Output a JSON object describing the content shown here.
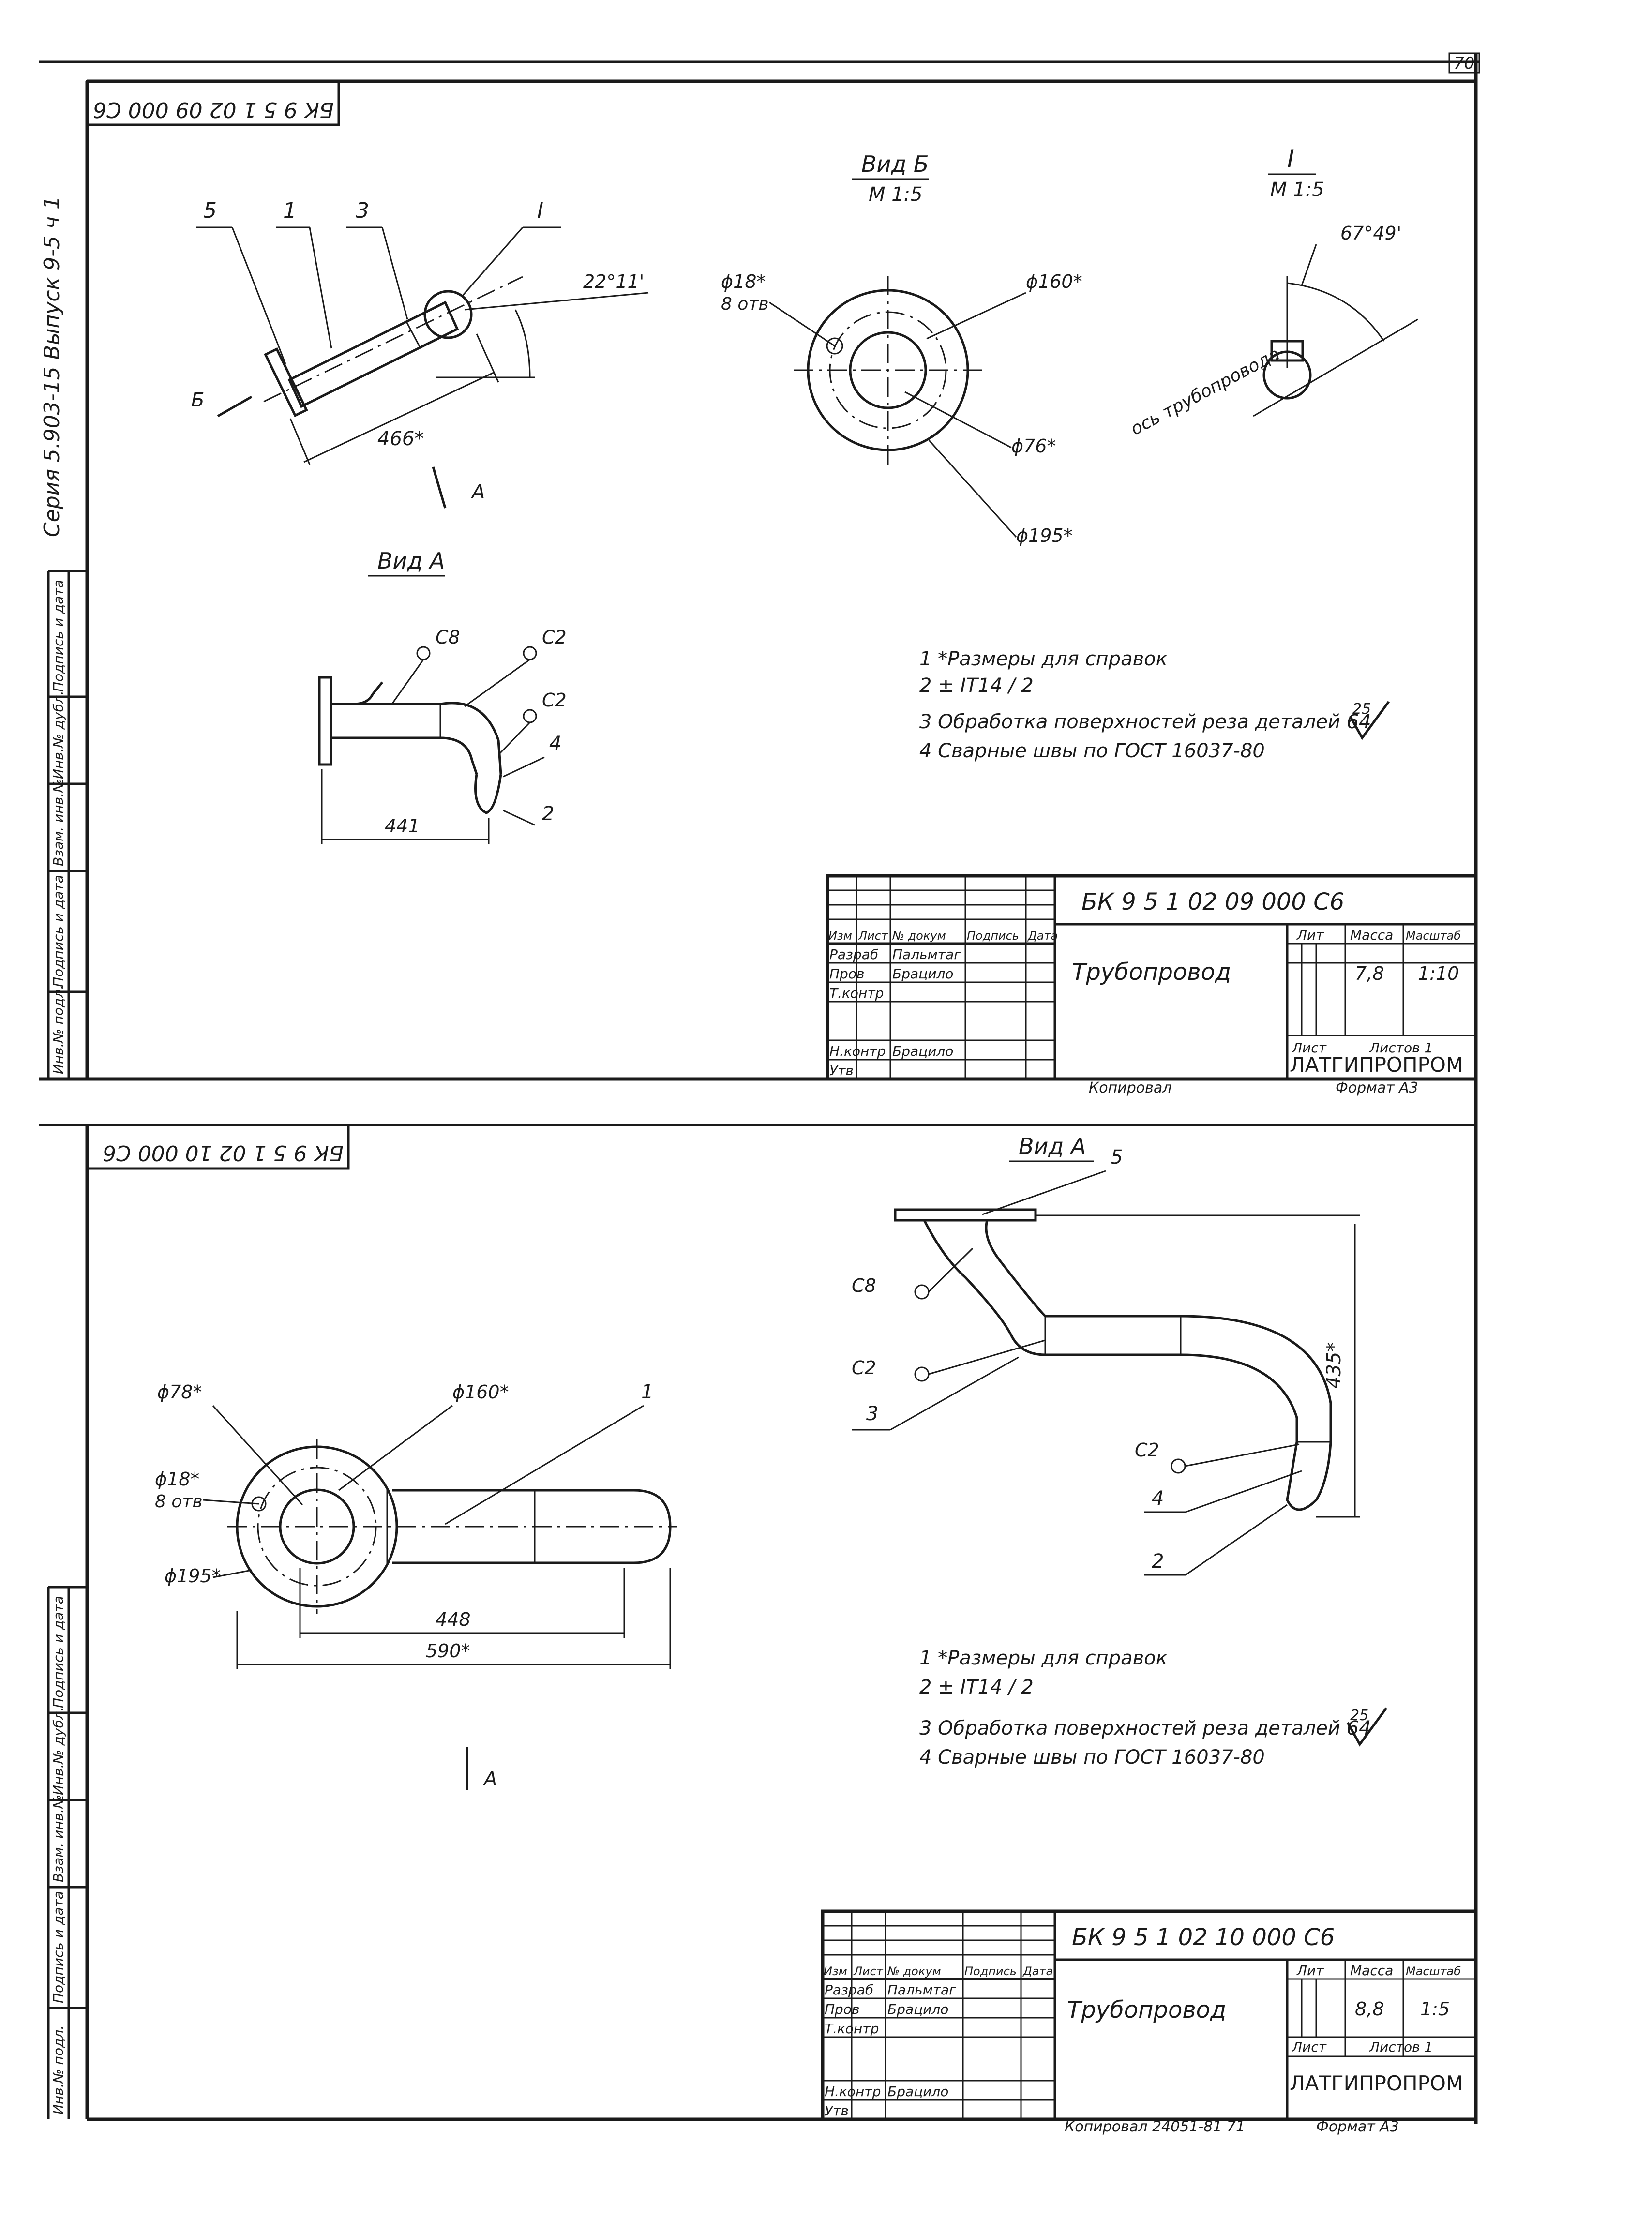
{
  "page_number": "70",
  "series_text": "Серия 5.903-15 Выпуск 9-5 ч 1",
  "left_strip_labels": [
    "Подпись и дата",
    "Инв.№ дубл.",
    "Взам. инв.№",
    "Подпись и дата",
    "Инв.№ подл."
  ],
  "sheet1": {
    "code_mirrored": "БК 9 5 1 02 09 000 С6",
    "callouts": [
      "5",
      "1",
      "3",
      "I"
    ],
    "angle_22": "22°11'",
    "dim_466": "466*",
    "view_b_arrow": "Б",
    "view_a_arrow": "А",
    "view_b_title": "Вид Б",
    "view_b_scale": "М 1:5",
    "d18": "ϕ18*",
    "d18_note": "8 отв",
    "d160": "ϕ160*",
    "d76": "ϕ76*",
    "d195": "ϕ195*",
    "detail_title": "I",
    "detail_scale": "М 1:5",
    "angle_67": "67°49'",
    "axis_label": "ось трубопровода",
    "view_a_title": "Вид А",
    "welds": [
      "С8",
      "С2",
      "С2"
    ],
    "callouts_a": [
      "4",
      "2"
    ],
    "dim_441": "441",
    "notes": [
      "1 *Размеры для справок",
      "2 ± IT14 / 2",
      "3 Обработка поверхностей реза деталей 64",
      "4 Сварные швы по ГОСТ 16037-80"
    ],
    "roughness": "25",
    "title_block": {
      "code": "БК 9 5 1 02 09 000 С6",
      "name": "Трубопровод",
      "col_headers": [
        "Изм",
        "Лист",
        "№ докум",
        "Подпись",
        "Дата"
      ],
      "roles": [
        "Разраб",
        "Пров",
        "Т.контр",
        "Н.контр",
        "Утв"
      ],
      "names": [
        "Пальмтаг",
        "Брацило",
        "Брацило"
      ],
      "lit": "Лит",
      "mass_label": "Масса",
      "scale_label": "Масштаб",
      "mass": "7,8",
      "scale": "1:10",
      "sheet_label": "Лист",
      "sheets_label": "Листов 1",
      "org": "ЛАТГИПРОПРОМ",
      "copied": "Копировал",
      "format": "Формат А3"
    }
  },
  "sheet2": {
    "code_mirrored": "БК 9 5 1 02 10 000 С6",
    "view_a_title": "Вид А",
    "d78": "ϕ78*",
    "d160": "ϕ160*",
    "d18": "ϕ18*",
    "d18_note": "8 отв",
    "d195": "ϕ195*",
    "callout_1": "1",
    "dim_448": "448",
    "dim_590": "590*",
    "view_a_arrow": "А",
    "callout_5": "5",
    "welds": [
      "С8",
      "С2",
      "С2"
    ],
    "callouts": [
      "3",
      "4",
      "2"
    ],
    "dim_435": "435*",
    "notes": [
      "1 *Размеры для справок",
      "2 ± IT14 / 2",
      "3 Обработка поверхностей реза деталей 64",
      "4 Сварные швы по ГОСТ 16037-80"
    ],
    "roughness": "25",
    "title_block": {
      "code": "БК 9 5 1 02 10 000 С6",
      "name": "Трубопровод",
      "col_headers": [
        "Изм",
        "Лист",
        "№ докум",
        "Подпись",
        "Дата"
      ],
      "roles": [
        "Разраб",
        "Пров",
        "Т.контр",
        "Н.контр",
        "Утв"
      ],
      "names": [
        "Пальмтаг",
        "Брацило",
        "Брацило"
      ],
      "lit": "Лит",
      "mass_label": "Масса",
      "scale_label": "Масштаб",
      "mass": "8,8",
      "scale": "1:5",
      "sheet_label": "Лист",
      "sheets_label": "Листов 1",
      "org": "ЛАТГИПРОПРОМ",
      "copied": "Копировал 24051-81 71",
      "format": "Формат А3"
    }
  }
}
